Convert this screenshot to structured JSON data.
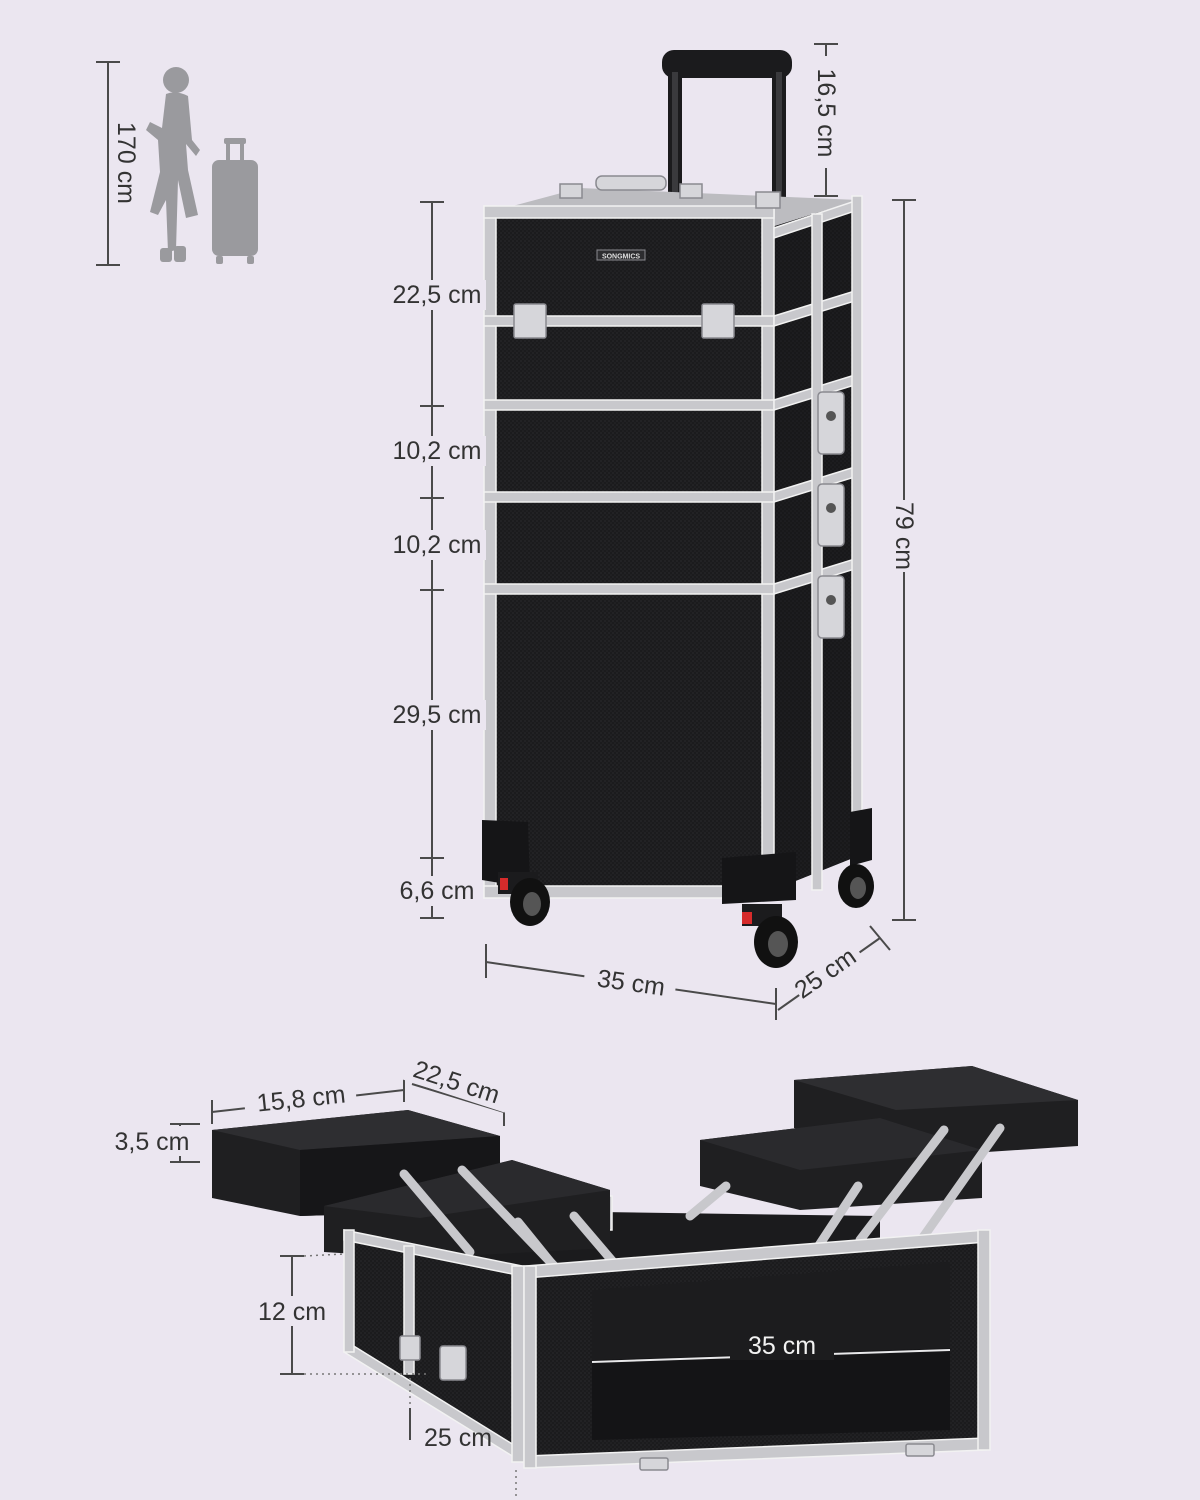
{
  "brand": "SONGMICS",
  "colors": {
    "background": "#ebe6f0",
    "case": "#1b1b1d",
    "trim": "#c8c8cc",
    "text": "#333333",
    "wheel_accent": "#d62b2b"
  },
  "scale_reference": {
    "height_label": "170 cm",
    "icons": [
      "person-silhouette-icon",
      "suitcase-icon"
    ]
  },
  "upright": {
    "handle_label": "16,5 cm",
    "total_height_label": "79 cm",
    "width_label": "35 cm",
    "depth_label": "25 cm",
    "sections": [
      {
        "label": "22,5 cm"
      },
      {
        "label": "10,2 cm"
      },
      {
        "label": "10,2 cm"
      },
      {
        "label": "29,5 cm"
      },
      {
        "label": "6,6 cm"
      }
    ]
  },
  "open": {
    "tray_width_label": "15,8 cm",
    "tray_length_label": "22,5 cm",
    "tray_depth_label": "3,5 cm",
    "base_height_label": "12 cm",
    "base_depth_label": "25 cm",
    "base_width_label": "35 cm"
  }
}
